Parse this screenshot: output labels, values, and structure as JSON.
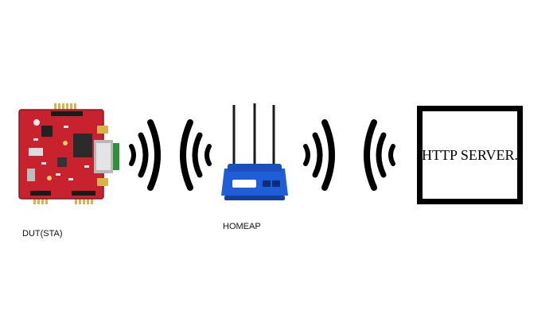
{
  "diagram": {
    "nodes": [
      {
        "id": "dut",
        "label": "DUT(STA)",
        "icon": "dev-board-icon"
      },
      {
        "id": "homeap",
        "label": "HOMEAP",
        "icon": "wifi-router-icon"
      },
      {
        "id": "server",
        "label": "HTTP SERVER.",
        "icon": "server-box"
      }
    ],
    "links": [
      {
        "from": "dut",
        "to": "homeap",
        "type": "wireless",
        "icon": "wireless-waves-icon"
      },
      {
        "from": "homeap",
        "to": "server",
        "type": "wireless",
        "icon": "wireless-waves-icon"
      }
    ],
    "colors": {
      "board": "#c8222f",
      "router": "#1e5fd9",
      "waves": "#000000",
      "server_border": "#000000"
    }
  }
}
